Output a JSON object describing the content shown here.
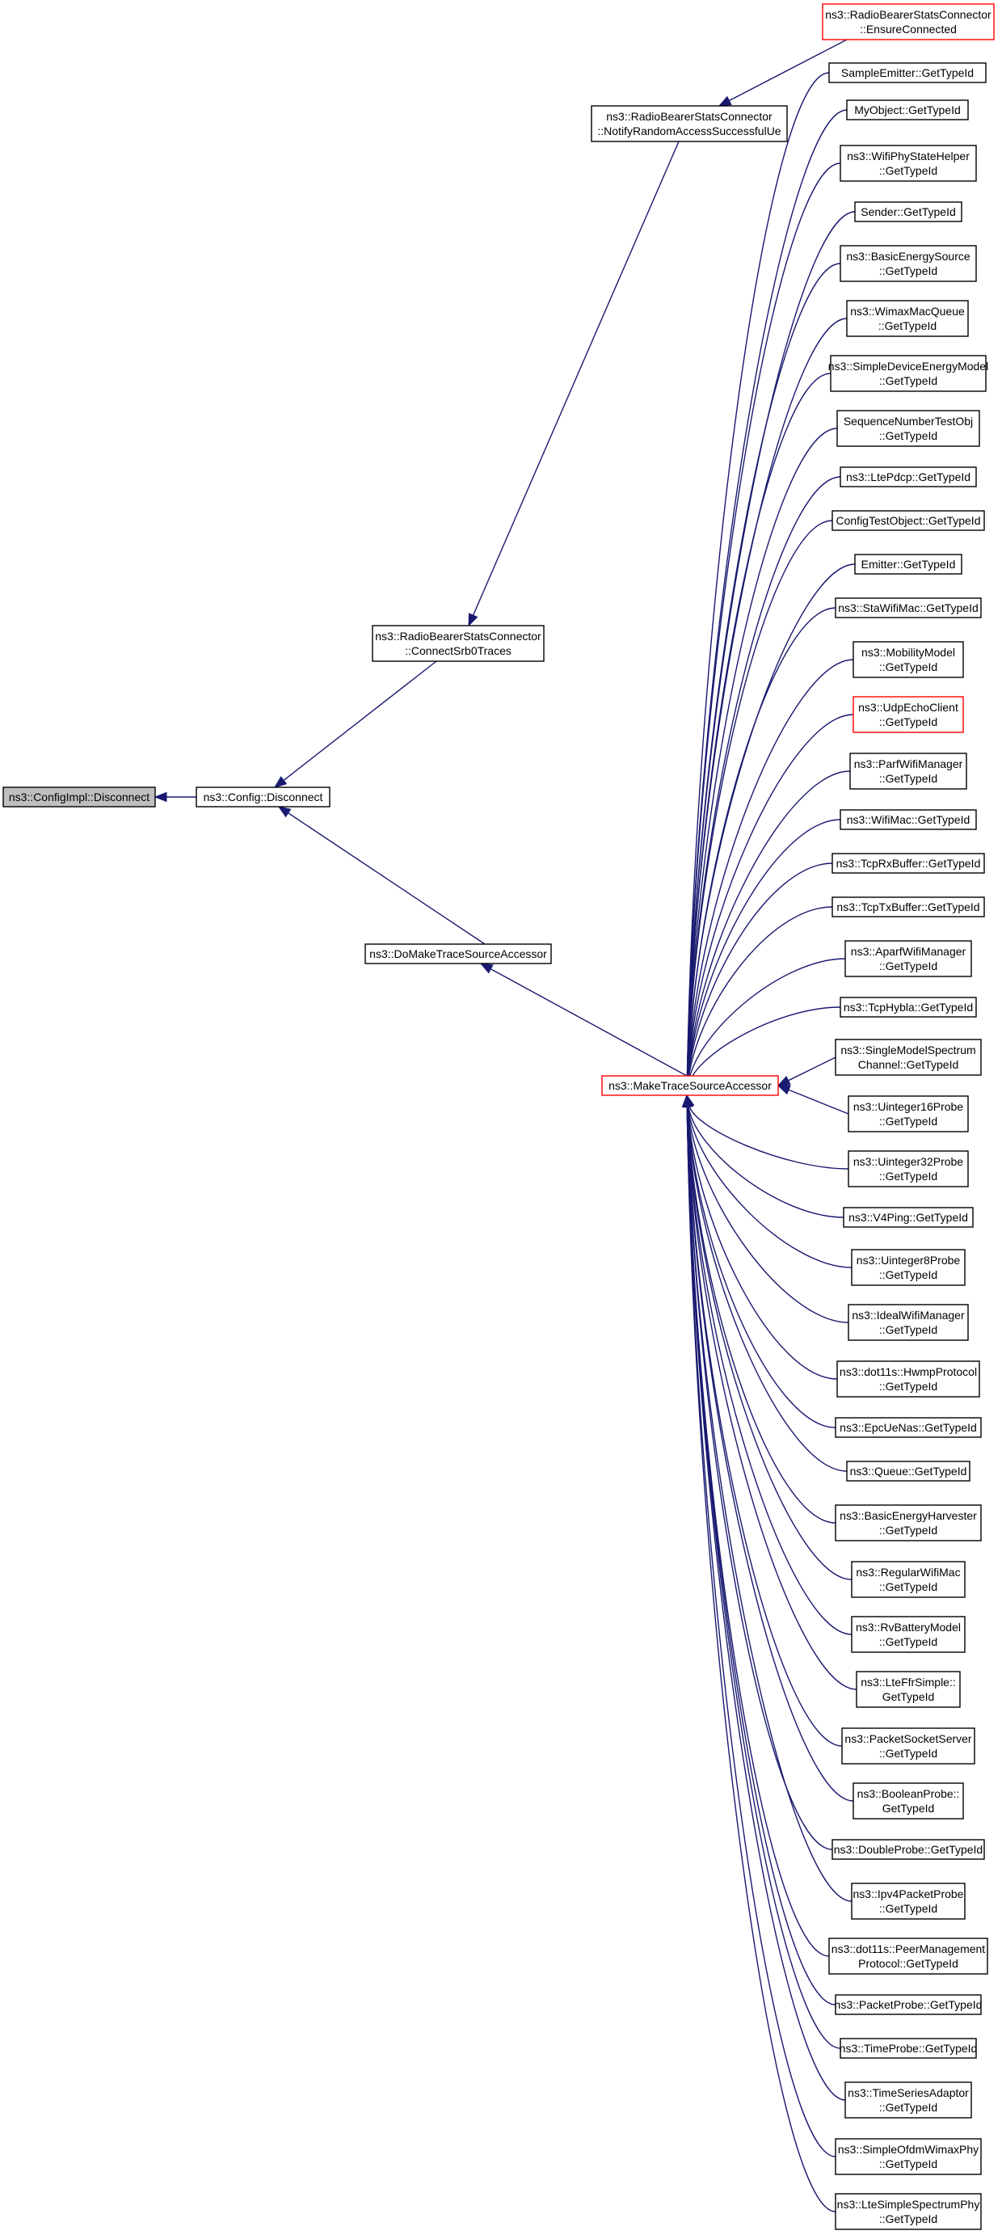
{
  "graph": {
    "edge_color": "#191970",
    "focus_fill": "#bfbfbf",
    "highlight_border": "#ff0000",
    "nodes": {
      "impl_disconnect": {
        "lines": [
          "ns3::ConfigImpl::Disconnect"
        ]
      },
      "config_disconnect": {
        "lines": [
          "ns3::Config::Disconnect"
        ]
      },
      "connect_srb0": {
        "lines": [
          "ns3::RadioBearerStatsConnector",
          "::ConnectSrb0Traces"
        ]
      },
      "notify_rasu": {
        "lines": [
          "ns3::RadioBearerStatsConnector",
          "::NotifyRandomAccessSuccessfulUe"
        ]
      },
      "ensure_connected": {
        "lines": [
          "ns3::RadioBearerStatsConnector",
          "::EnsureConnected"
        ]
      },
      "do_make": {
        "lines": [
          "ns3::DoMakeTraceSourceAccessor"
        ]
      },
      "make_tsa": {
        "lines": [
          "ns3::MakeTraceSourceAccessor"
        ]
      },
      "callers": [
        {
          "lines": [
            "SampleEmitter::GetTypeId"
          ]
        },
        {
          "lines": [
            "MyObject::GetTypeId"
          ]
        },
        {
          "lines": [
            "ns3::WifiPhyStateHelper",
            "::GetTypeId"
          ]
        },
        {
          "lines": [
            "Sender::GetTypeId"
          ]
        },
        {
          "lines": [
            "ns3::BasicEnergySource",
            "::GetTypeId"
          ]
        },
        {
          "lines": [
            "ns3::WimaxMacQueue",
            "::GetTypeId"
          ]
        },
        {
          "lines": [
            "ns3::SimpleDeviceEnergyModel",
            "::GetTypeId"
          ]
        },
        {
          "lines": [
            "SequenceNumberTestObj",
            "::GetTypeId"
          ]
        },
        {
          "lines": [
            "ns3::LtePdcp::GetTypeId"
          ]
        },
        {
          "lines": [
            "ConfigTestObject::GetTypeId"
          ]
        },
        {
          "lines": [
            "Emitter::GetTypeId"
          ]
        },
        {
          "lines": [
            "ns3::StaWifiMac::GetTypeId"
          ]
        },
        {
          "lines": [
            "ns3::MobilityModel",
            "::GetTypeId"
          ]
        },
        {
          "lines": [
            "ns3::UdpEchoClient",
            "::GetTypeId"
          ]
        },
        {
          "lines": [
            "ns3::ParfWifiManager",
            "::GetTypeId"
          ]
        },
        {
          "lines": [
            "ns3::WifiMac::GetTypeId"
          ]
        },
        {
          "lines": [
            "ns3::TcpRxBuffer::GetTypeId"
          ]
        },
        {
          "lines": [
            "ns3::TcpTxBuffer::GetTypeId"
          ]
        },
        {
          "lines": [
            "ns3::AparfWifiManager",
            "::GetTypeId"
          ]
        },
        {
          "lines": [
            "ns3::TcpHybla::GetTypeId"
          ]
        },
        {
          "lines": [
            "ns3::SingleModelSpectrum",
            "Channel::GetTypeId"
          ]
        },
        {
          "lines": [
            "ns3::Uinteger16Probe",
            "::GetTypeId"
          ]
        },
        {
          "lines": [
            "ns3::Uinteger32Probe",
            "::GetTypeId"
          ]
        },
        {
          "lines": [
            "ns3::V4Ping::GetTypeId"
          ]
        },
        {
          "lines": [
            "ns3::Uinteger8Probe",
            "::GetTypeId"
          ]
        },
        {
          "lines": [
            "ns3::IdealWifiManager",
            "::GetTypeId"
          ]
        },
        {
          "lines": [
            "ns3::dot11s::HwmpProtocol",
            "::GetTypeId"
          ]
        },
        {
          "lines": [
            "ns3::EpcUeNas::GetTypeId"
          ]
        },
        {
          "lines": [
            "ns3::Queue::GetTypeId"
          ]
        },
        {
          "lines": [
            "ns3::BasicEnergyHarvester",
            "::GetTypeId"
          ]
        },
        {
          "lines": [
            "ns3::RegularWifiMac",
            "::GetTypeId"
          ]
        },
        {
          "lines": [
            "ns3::RvBatteryModel",
            "::GetTypeId"
          ]
        },
        {
          "lines": [
            "ns3::LteFfrSimple::",
            "GetTypeId"
          ]
        },
        {
          "lines": [
            "ns3::PacketSocketServer",
            "::GetTypeId"
          ]
        },
        {
          "lines": [
            "ns3::BooleanProbe::",
            "GetTypeId"
          ]
        },
        {
          "lines": [
            "ns3::DoubleProbe::GetTypeId"
          ]
        },
        {
          "lines": [
            "ns3::Ipv4PacketProbe",
            "::GetTypeId"
          ]
        },
        {
          "lines": [
            "ns3::dot11s::PeerManagement",
            "Protocol::GetTypeId"
          ]
        },
        {
          "lines": [
            "ns3::PacketProbe::GetTypeId"
          ]
        },
        {
          "lines": [
            "ns3::TimeProbe::GetTypeId"
          ]
        },
        {
          "lines": [
            "ns3::TimeSeriesAdaptor",
            "::GetTypeId"
          ]
        },
        {
          "lines": [
            "ns3::SimpleOfdmWimaxPhy",
            "::GetTypeId"
          ]
        },
        {
          "lines": [
            "ns3::LteSimpleSpectrumPhy",
            "::GetTypeId"
          ]
        }
      ]
    }
  }
}
